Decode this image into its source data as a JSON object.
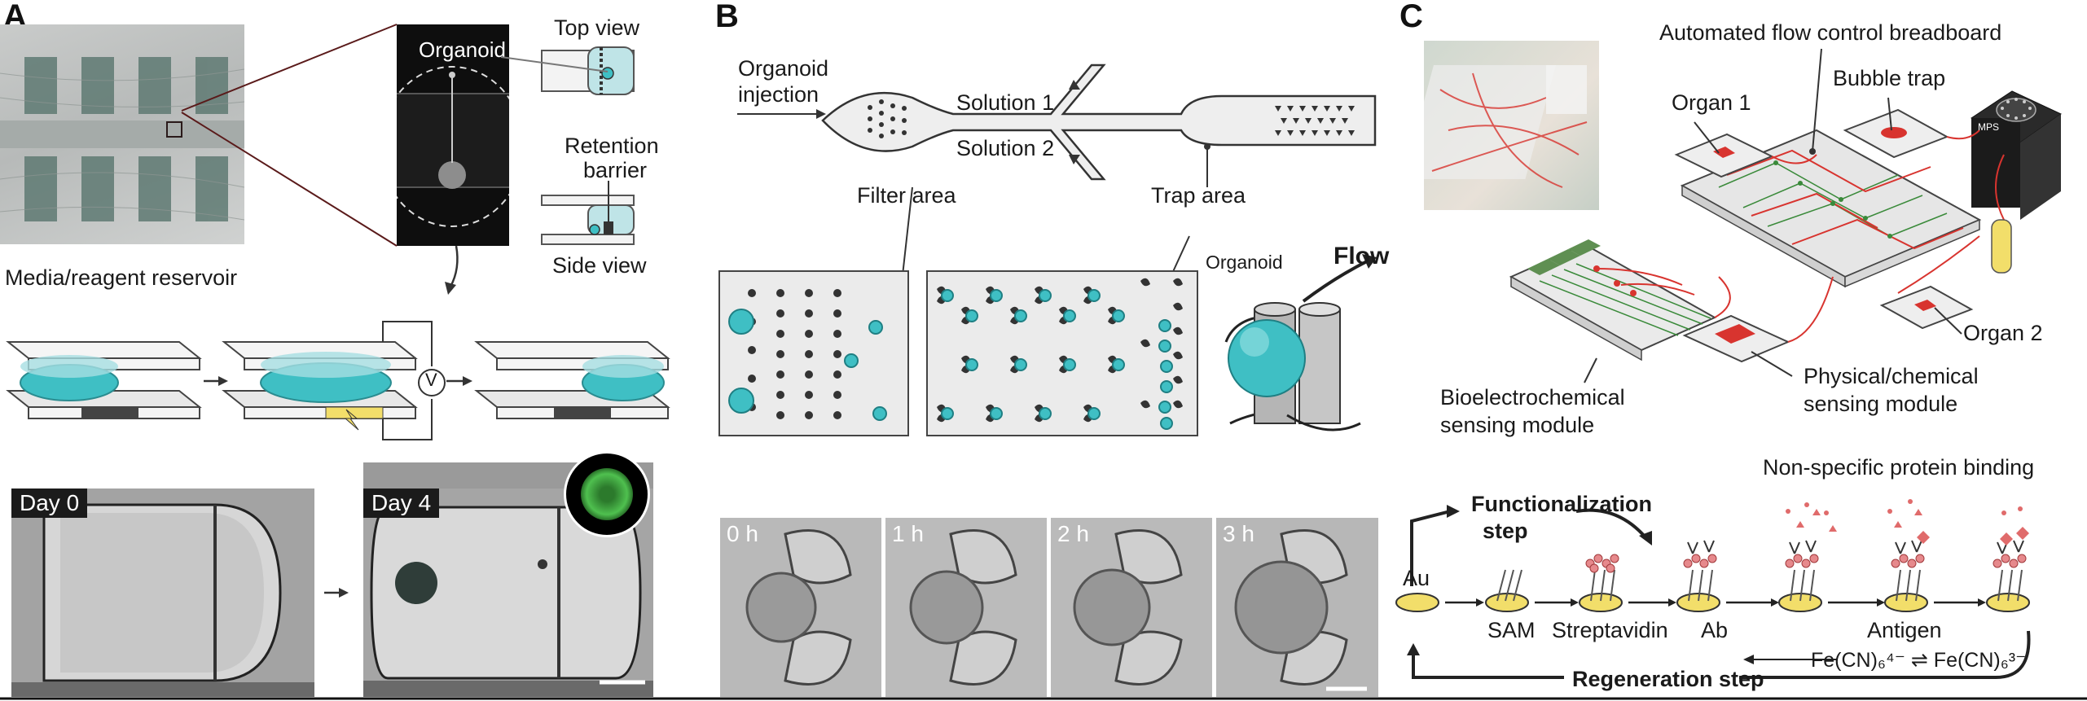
{
  "panels": {
    "a": "A",
    "b": "B",
    "c": "C"
  },
  "panel_a": {
    "organoid": "Organoid",
    "top_view": "Top view",
    "retention": "Retention",
    "barrier": "barrier",
    "side_view": "Side view",
    "media_reservoir": "Media/reagent reservoir",
    "voltmeter": "V",
    "day0": "Day 0",
    "day4": "Day 4"
  },
  "panel_b": {
    "organoid_injection_1": "Organoid",
    "organoid_injection_2": "injection",
    "solution1": "Solution 1",
    "solution2": "Solution 2",
    "filter_area": "Filter area",
    "trap_area": "Trap area",
    "organoid": "Organoid",
    "flow": "Flow",
    "times": [
      "0 h",
      "1 h",
      "2 h",
      "3 h"
    ]
  },
  "panel_c": {
    "breadboard": "Automated flow control breadboard",
    "organ1": "Organ 1",
    "bubble_trap": "Bubble trap",
    "organ2": "Organ 2",
    "bioelectro_1": "Bioelectrochemical",
    "bioelectro_2": "sensing module",
    "physical_1": "Physical/chemical",
    "physical_2": "sensing module",
    "mps": "MPS",
    "nonspecific": "Non-specific protein binding",
    "functionalization_1": "Functionalization",
    "functionalization_2": "step",
    "regeneration": "Regeneration step",
    "steps": [
      "Au",
      "SAM",
      "Streptavidin",
      "Ab",
      "Antigen"
    ],
    "redox": "Fe(CN)₆⁴⁻ ⇌ Fe(CN)₆³⁻"
  },
  "colors": {
    "teal": "#3fbfc4",
    "yellow": "#f2de6a",
    "red": "#d8342f",
    "green": "#3a8a3a"
  }
}
